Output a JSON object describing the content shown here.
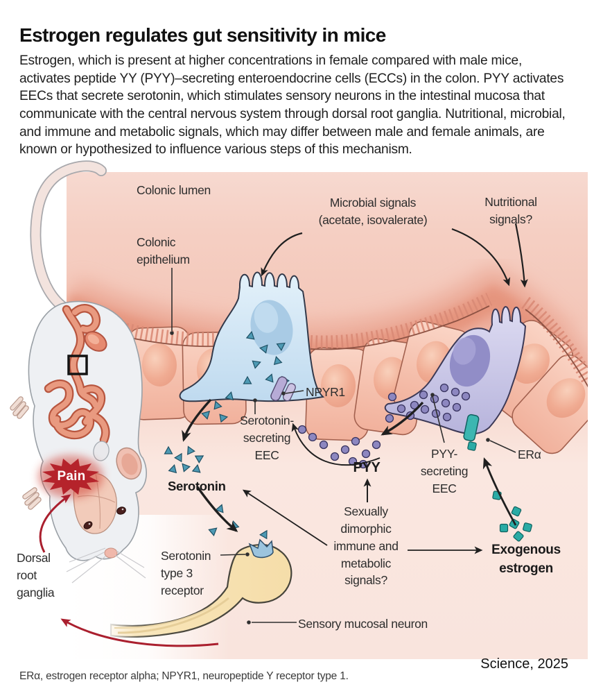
{
  "header": {
    "title": "Estrogen regulates gut sensitivity in mice",
    "intro": "Estrogen, which is present at higher concentrations in female compared with male mice,\nactivates peptide YY (PYY)–secreting enteroendocrine cells (ECCs) in the colon. PYY activates\nEECs that secrete serotonin, which stimulates sensory neurons in the intestinal mucosa that\ncommunicate with the central nervous system through dorsal root ganglia. Nutritional, microbial,\nand immune and metabolic signals, which may differ between male and female animals, are\nknown or hypothesized to influence various steps of this mechanism."
  },
  "diagram": {
    "labels": {
      "colonic_lumen": "Colonic lumen",
      "microbial_signals": "Microbial signals\n(acetate, isovalerate)",
      "nutritional_signals": "Nutritional\nsignals?",
      "colonic_epithelium": "Colonic\nepithelium",
      "npyr1": "NPYR1",
      "serotonin_secreting_eec": "Serotonin-\nsecreting\nEEC",
      "serotonin": "Serotonin",
      "pyy": "PYY",
      "pyy_secreting_eec": "PYY-\nsecreting\nEEC",
      "er_alpha": "ERα",
      "sexually_dimorphic": "Sexually\ndimorphic\nimmune and\nmetabolic\nsignals?",
      "exogenous_estrogen": "Exogenous\nestrogen",
      "serotonin_type3_receptor": "Serotonin\ntype 3\nreceptor",
      "sensory_mucosal_neuron": "Sensory mucosal neuron",
      "dorsal_root_ganglia": "Dorsal\nroot\nganglia",
      "pain": "Pain"
    },
    "colors": {
      "background_pink": "#f8e2db",
      "lumen_salmon": "#e48f78",
      "epithelium_cell": "#f6c9b8",
      "serotonin_cell_blue": "#cfe4f4",
      "serotonin_vesicle_teal": "#4e9ab4",
      "pyy_cell_lavender": "#c6c4e5",
      "pyy_vesicle_purple": "#8d87c0",
      "npyr1_lavender": "#b7abd6",
      "er_alpha_teal": "#2fb0ab",
      "neuron_cream": "#f9e7c0",
      "pain_red": "#b2222a",
      "arrow_red": "#aa1f2e",
      "arrow_black": "#1f1f1f"
    }
  },
  "credit": "Science, 2025",
  "footnote": "ERα, estrogen receptor alpha; NPYR1, neuropeptide Y receptor type 1."
}
